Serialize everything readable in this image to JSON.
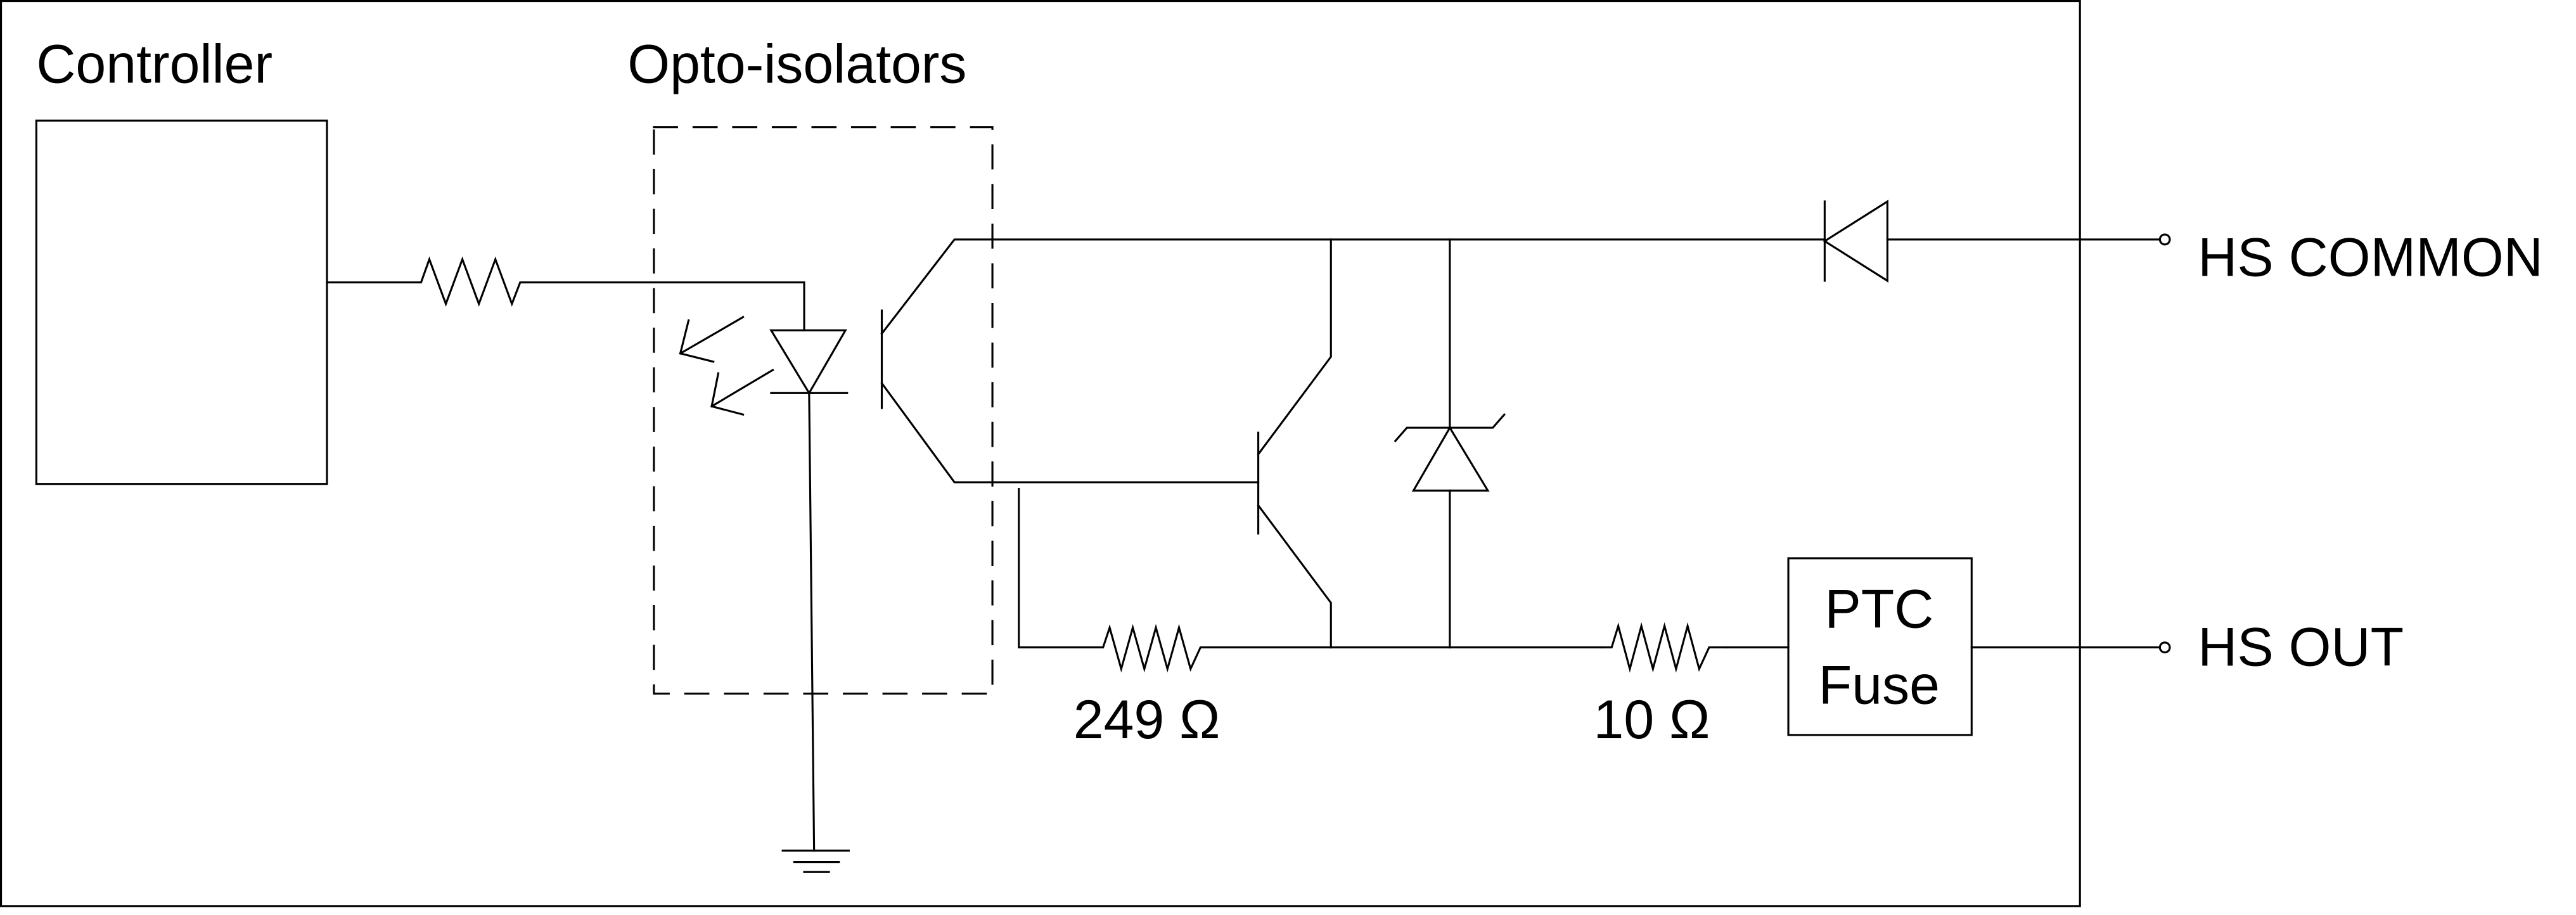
{
  "title_labels": {
    "controller": "Controller",
    "opto": "Opto-isolators"
  },
  "components": {
    "r_base_label": "249 Ω",
    "r_series_label": "10 Ω",
    "fuse_line1": "PTC",
    "fuse_line2": "Fuse"
  },
  "terminals": {
    "common": "HS COMMON",
    "out": "HS OUT"
  },
  "colors": {
    "line": "#000000",
    "background": "#ffffff"
  }
}
